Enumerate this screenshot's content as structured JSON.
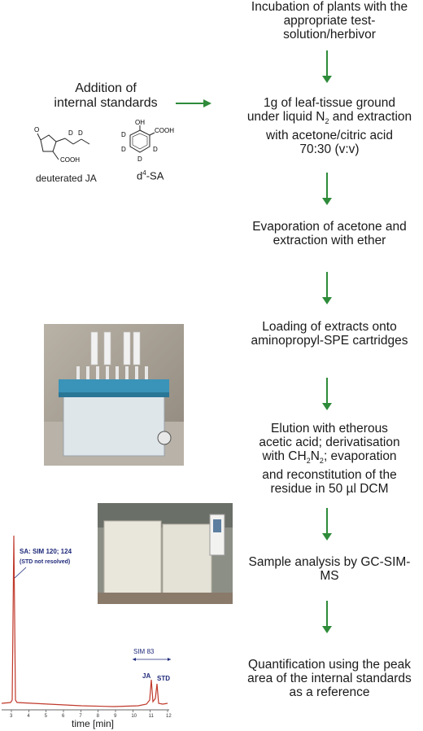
{
  "steps": [
    "Incubation of plants with the appropriate test-solution/herbivor",
    "1g of leaf-tissue ground under liquid N2 and extraction with acetone/citric acid 70:30 (v:v)",
    "Evaporation of acetone and extraction with ether",
    "Loading of extracts onto aminopropyl-SPE cartridges",
    "Elution with etherous acetic acid; derivatisation with CH2N2; evaporation and reconstitution of the residue in 50 µl DCM",
    "Sample analysis by GC-SIM-MS",
    "Quantification using the peak area of the internal standards as a reference"
  ],
  "step2_parts": {
    "l1": "1g of leaf-tissue ground",
    "l2a": "under liquid N",
    "l2sub": "2",
    "l2b": " and extraction",
    "l3": "with acetone/citric acid",
    "l4": "70:30 (v:v)"
  },
  "step5_parts": {
    "l1": "Elution with etherous",
    "l2": "acetic acid; derivatisation",
    "l3a": "with CH",
    "l3s1": "2",
    "l3b": "N",
    "l3s2": "2",
    "l3c": "; evaporation",
    "l4": "and reconstitution of the",
    "l5": "residue in 50 µl DCM"
  },
  "internal_standards": {
    "title_l1": "Addition of",
    "title_l2": "internal standards",
    "ja_label": "deuterated JA",
    "sa_label_a": "d",
    "sa_label_sup": "4",
    "sa_label_b": "-SA",
    "atoms": {
      "o": "O",
      "d": "D",
      "cooh": "COOH",
      "oh": "OH"
    }
  },
  "chromatogram": {
    "annotation_l1": "SA: SIM 120; 124",
    "annotation_l2": "(STD not resolved)",
    "sim_label": "SIM 83",
    "ja_peak": "JA",
    "std_peak": "STD",
    "xlabel": "time [min]",
    "ticks": [
      "3",
      "4",
      "5",
      "6",
      "7",
      "8",
      "9",
      "10",
      "11",
      "12"
    ]
  },
  "colors": {
    "arrow": "#2e8b3a",
    "trace": "#c0392b",
    "annotation": "#1f2a7a"
  }
}
